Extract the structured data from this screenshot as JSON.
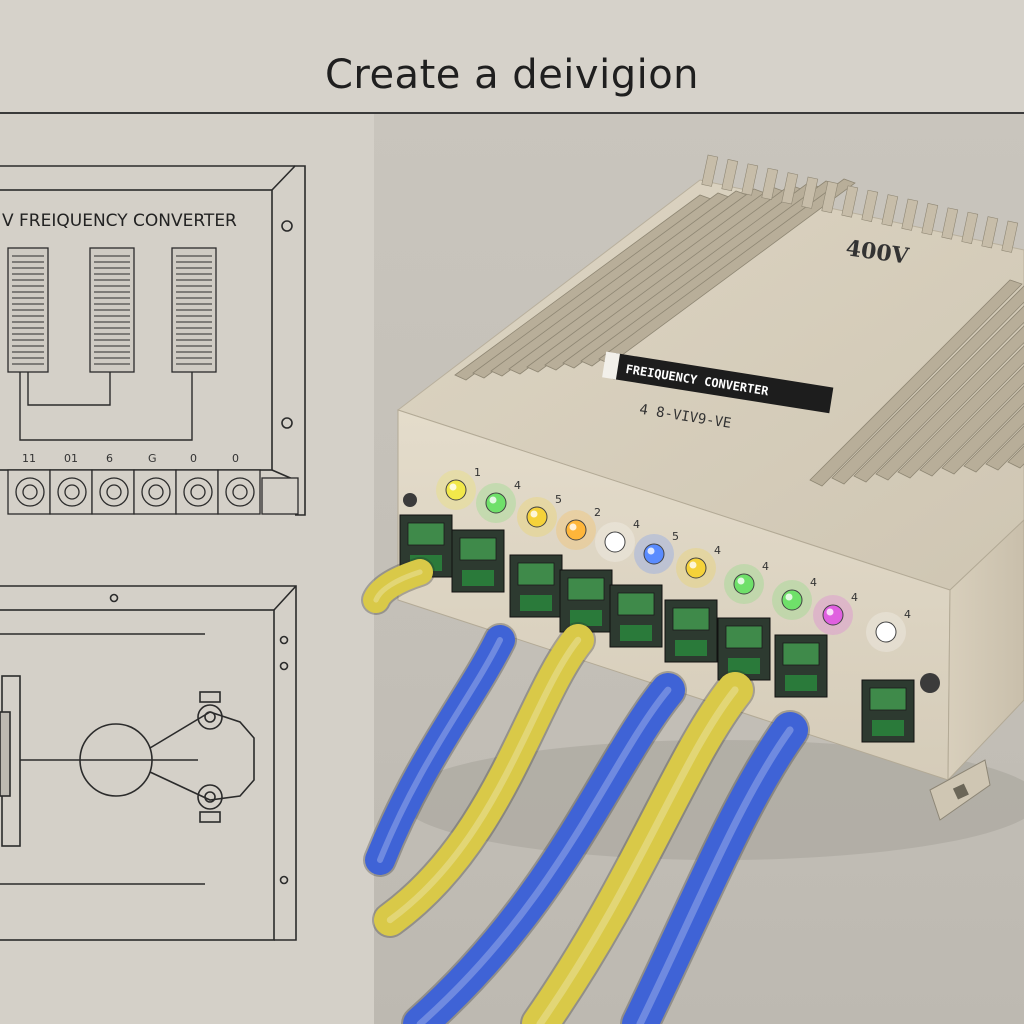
{
  "header": {
    "title": "Create a deivigion"
  },
  "schematic": {
    "title": "V FREIQUENCY CONVERTER",
    "terminal_numbers": [
      "11",
      "01",
      "6",
      "G",
      "0",
      "0"
    ]
  },
  "device": {
    "label_plate": "FREIQUENCY CONVERTER",
    "label_sub": "4 8-VIV9-VE",
    "voltage": "400V",
    "led_numbers": [
      "1",
      "4",
      "5",
      "2",
      "4",
      "5",
      "4",
      "4",
      "4",
      "4",
      "4"
    ],
    "led_colors": [
      "#f2e84a",
      "#6fe06a",
      "#f5d23a",
      "#ffb63a",
      "#ffffff",
      "#5a8cff",
      "#f5d23a",
      "#6fe06a",
      "#6fe06a",
      "#e060e0",
      "#ffffff"
    ],
    "cable_colors": {
      "blue": "#3f63d6",
      "yellow": "#d9c948"
    }
  }
}
